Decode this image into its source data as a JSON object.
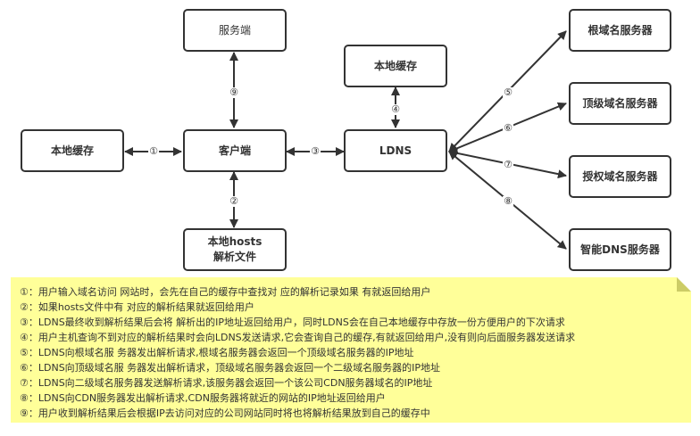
{
  "nodes": {
    "server": "服务端",
    "client": "客户端",
    "local_cache_left": "本地缓存",
    "local_cache_top": "本地缓存",
    "ldns": "LDNS",
    "hosts_line1": "本地hosts",
    "hosts_line2": "解析文件",
    "root_dns": "根域名服务器",
    "tld_dns": "顶级域名服务器",
    "auth_dns": "授权域名服务器",
    "smart_dns": "智能DNS服务器"
  },
  "edge_labels": {
    "e1": "①",
    "e2": "②",
    "e3": "③",
    "e4": "④",
    "e5": "⑤",
    "e6": "⑥",
    "e7": "⑦",
    "e8": "⑧",
    "e9": "⑨"
  },
  "colors": {
    "stroke": "#333333",
    "note_fill": "#ffff99",
    "note_fold": "#cccc66"
  },
  "notes": [
    "①：用户输入域名访问 网站时，会先在自己的缓存中查找对 应的解析记录如果 有就返回给用户",
    "②：如果hosts文件中有 对应的解析结果就返回给用户",
    "③：LDNS最终收到解析结果后会将 解析出的IP地址返回给用户，同时LDNS会在自己本地缓存中存放一份方便用户的下次请求",
    "④：用户主机查询不到对应的解析结果时会向LDNS发送请求,它会查询自己的缓存,有就返回给用户,没有则向后面服务器发送请求",
    "⑤：LDNS向根域名服 务器发出解析请求,根域名服务器会返回一个顶级域名服务器的IP地址",
    "⑥：LDNS向顶级域名服 务器发出解析请求，顶级域名服务器会返回一个二级域名服务器的IP地址",
    "⑦：LDNS向二级域名服务器发送解析请求,该服务器会返回一个该公司CDN服务器域名的IP地址",
    "⑧：LDNS向CDN服务器发出解析请求,CDN服务器将就近的网站的IP地址返回给用户",
    "⑨：用户收到解析结果后会根据IP去访问对应的公司网站同时将也将解析结果放到自己的缓存中"
  ]
}
